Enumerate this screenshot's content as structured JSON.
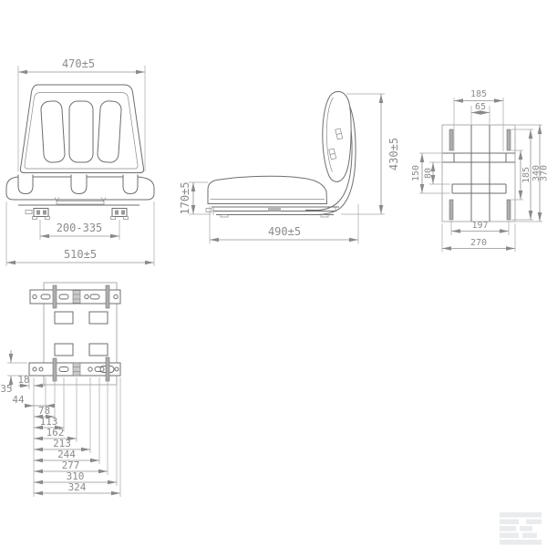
{
  "views": {
    "front": {
      "top_width": "470±5",
      "slide_range": "200-335",
      "overall_width": "510±5"
    },
    "side": {
      "overall_height": "430±5",
      "cushion_height": "170±5",
      "overall_depth": "490±5"
    },
    "base": {
      "slot_pitch_top": "185",
      "neck_width": "65",
      "flange_height": "150",
      "inner_height": "80",
      "slot_gap": "185",
      "slot_span": "340",
      "overall_height": "370",
      "slot_pitch_bottom": "197",
      "overall_width": "270"
    },
    "rails": {
      "rail_height": "35",
      "end_offset": "18",
      "hole_chain": [
        "44",
        "78",
        "113",
        "162",
        "213",
        "244",
        "277",
        "310",
        "324"
      ]
    }
  },
  "colors": {
    "object_line": "#6e6e6e",
    "dimension": "#8c8c8c",
    "slot_fill": "#adadad",
    "watermark": "#e9ebed"
  },
  "watermark": {
    "icon": "kramp-k-logo"
  }
}
